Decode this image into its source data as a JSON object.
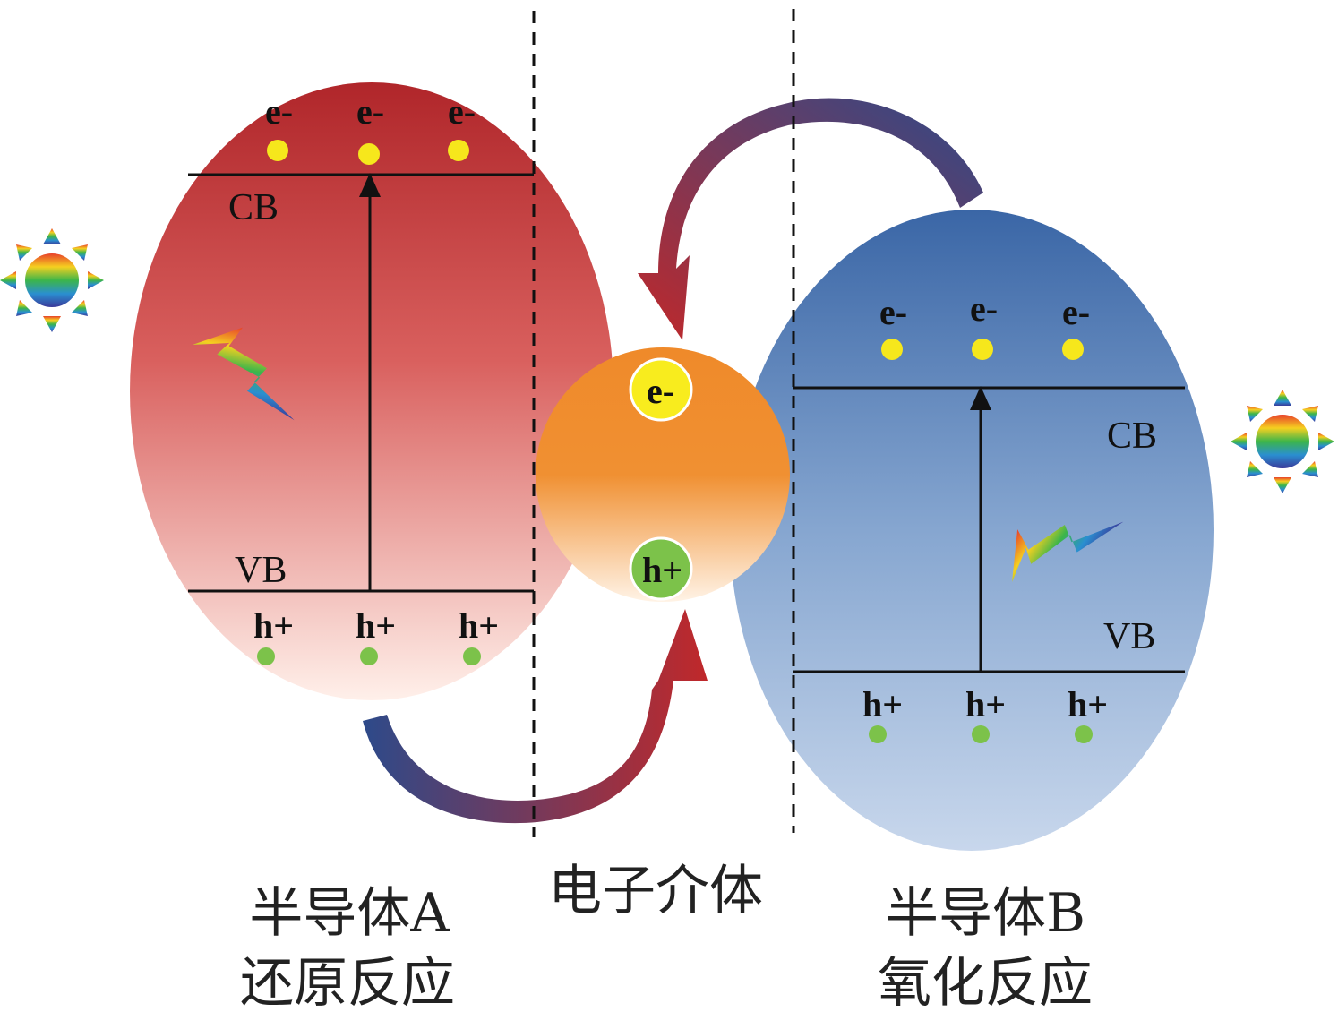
{
  "semiconductor_a": {
    "cb_label": "CB",
    "vb_label": "VB",
    "electron_labels": [
      "e-",
      "e-",
      "e-"
    ],
    "hole_labels": [
      "h+",
      "h+",
      "h+"
    ],
    "name": "半导体A",
    "reaction": "还原反应",
    "color_top": "#b22a2a",
    "color_bottom": "#fde8e0"
  },
  "mediator": {
    "electron_label": "e-",
    "hole_label": "h+",
    "name": "电子介体",
    "color": "#f0902c"
  },
  "semiconductor_b": {
    "cb_label": "CB",
    "vb_label": "VB",
    "electron_labels": [
      "e-",
      "e-",
      "e-"
    ],
    "hole_labels": [
      "h+",
      "h+",
      "h+"
    ],
    "name": "半导体B",
    "reaction": "氧化反应",
    "color_top": "#3e6aa8",
    "color_bottom": "#c6d5eb"
  },
  "icons": [
    "sun-icon",
    "lightning-icon",
    "transfer-arrow-icon"
  ]
}
